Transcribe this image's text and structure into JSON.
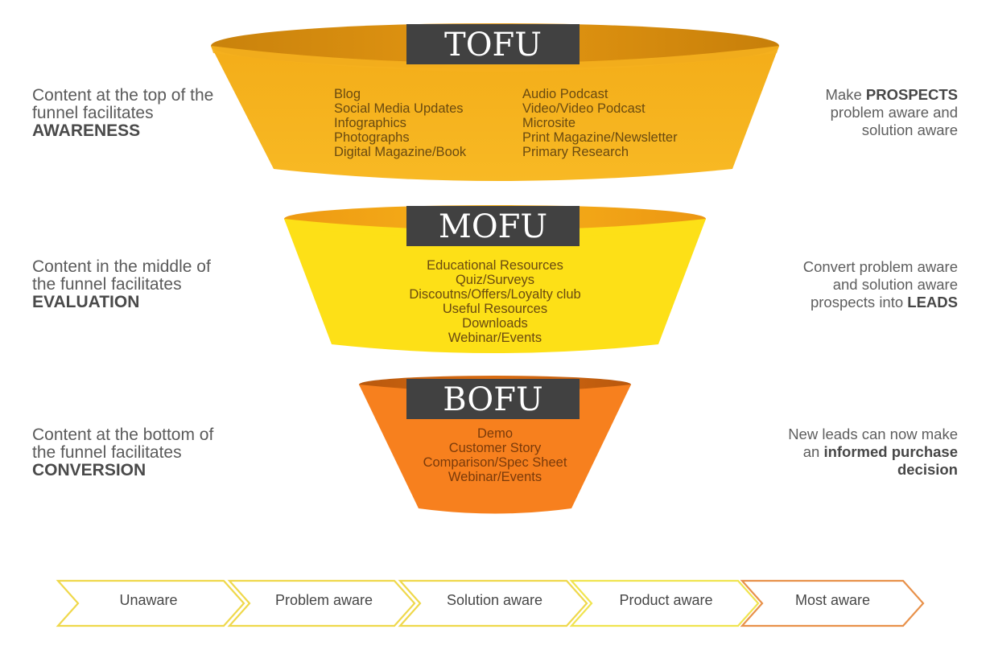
{
  "colors": {
    "tofu_body": "#f6b21c",
    "tofu_rim": "#d98a0c",
    "mofu_body": "#fde017",
    "mofu_rim": "#f6a514",
    "bofu_body": "#f7801e",
    "bofu_rim": "#c9620f",
    "tag_bg": "#414141",
    "arrow_yellow": "#f0d84a",
    "arrow_orange": "#e8914a"
  },
  "stages": [
    {
      "tag": "TOFU",
      "items_left": [
        "Blog",
        "Social Media Updates",
        "Infographics",
        "Photographs",
        "Digital Magazine/Book"
      ],
      "items_right": [
        "Audio Podcast",
        "Video/Video Podcast",
        "Microsite",
        "Print Magazine/Newsletter",
        "Primary Research"
      ],
      "left_note": {
        "line1": "Content at the top of the",
        "line2": "funnel facilitates",
        "emphasis": "AWARENESS"
      },
      "right_note": {
        "line1_prefix": "Make ",
        "line1_bold": "PROSPECTS",
        "line2": "problem aware and",
        "line3": "solution aware"
      }
    },
    {
      "tag": "MOFU",
      "items": [
        "Educational Resources",
        "Quiz/Surveys",
        "Discoutns/Offers/Loyalty club",
        "Useful Resources",
        "Downloads",
        "Webinar/Events"
      ],
      "left_note": {
        "line1": "Content in the middle of",
        "line2": "the funnel facilitates",
        "emphasis": "EVALUATION"
      },
      "right_note": {
        "line1": "Convert problem aware",
        "line2": "and solution aware",
        "line3_prefix": "prospects into ",
        "line3_bold": "LEADS"
      }
    },
    {
      "tag": "BOFU",
      "items": [
        "Demo",
        "Customer Story",
        "Comparison/Spec Sheet",
        "Webinar/Events"
      ],
      "left_note": {
        "line1": "Content at the bottom of",
        "line2": "the funnel facilitates",
        "emphasis": "CONVERSION"
      },
      "right_note": {
        "line1": "New leads can now make",
        "line2_prefix": "an ",
        "line2_bold": "informed purchase",
        "line3_bold": "decision"
      }
    }
  ],
  "awareness_steps": [
    {
      "label": "Unaware",
      "color": "yellow"
    },
    {
      "label": "Problem aware",
      "color": "yellow"
    },
    {
      "label": "Solution aware",
      "color": "yellow"
    },
    {
      "label": "Product aware",
      "color": "yellow"
    },
    {
      "label": "Most aware",
      "color": "orange"
    }
  ]
}
